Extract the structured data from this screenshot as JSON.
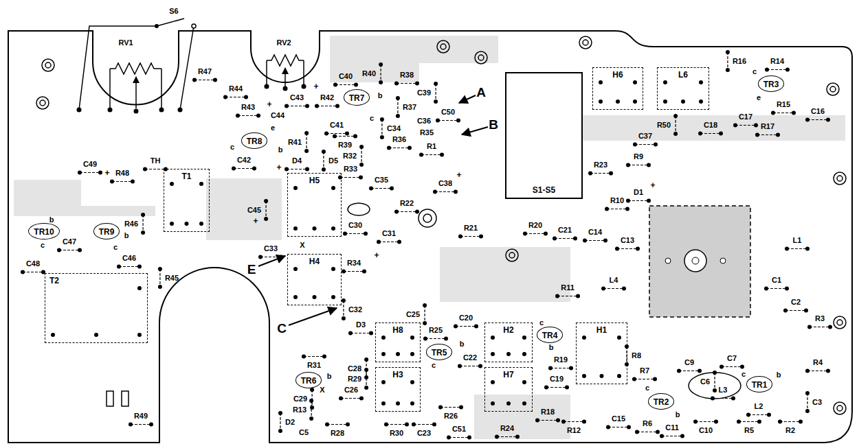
{
  "diagram": {
    "nodes": [
      {
        "text": [
          "S1-S5"
        ]
      },
      {
        "text": [
          "T1"
        ]
      },
      {
        "text": [
          "T2"
        ]
      },
      {
        "text": [
          "H5"
        ]
      },
      {
        "text": [
          "H4"
        ]
      },
      {
        "text": [
          "H8"
        ]
      },
      {
        "text": [
          "H3"
        ]
      },
      {
        "text": [
          "H2"
        ]
      },
      {
        "text": [
          "H7"
        ]
      },
      {
        "text": [
          "H1"
        ]
      },
      {
        "text": [
          "H6"
        ]
      },
      {
        "text": [
          "L6"
        ]
      },
      {
        "text": [
          "TR10"
        ]
      },
      {
        "text": [
          "TR9"
        ]
      },
      {
        "text": [
          "TR8"
        ]
      },
      {
        "text": [
          "TR7"
        ]
      },
      {
        "text": [
          "TR6"
        ]
      },
      {
        "text": [
          "TR5"
        ]
      },
      {
        "text": [
          "TR4"
        ]
      },
      {
        "text": [
          "TR3"
        ]
      },
      {
        "text": [
          "TR2"
        ]
      },
      {
        "text": [
          "TR1"
        ]
      }
    ],
    "labels": [
      "S6",
      "RV1",
      "RV2",
      "R47",
      "R44",
      "C43",
      "+",
      "C40",
      "R40",
      "R38",
      "R42",
      "C39",
      "R37",
      "b",
      "C50",
      "A",
      "R43",
      "C44",
      "+",
      "C36",
      "C41",
      "c",
      "C34",
      "R35",
      "B",
      "R36",
      "R1",
      "e",
      "R41",
      "R39",
      "b",
      "c",
      "R32",
      "C42",
      "D4",
      "D5",
      "R33",
      "+",
      "C49",
      "+",
      "TH",
      "R48",
      "C35",
      "C38",
      "+",
      "R22",
      "C45",
      "+",
      "R46",
      "b",
      "b",
      "C47",
      "c",
      "c",
      "C46",
      "C48",
      "C30",
      "C31",
      "R21",
      "X",
      "C33",
      "E",
      "R34",
      "+",
      "R45",
      "C",
      "C32",
      "D3",
      "C25",
      "R25",
      "C20",
      "b",
      "C22",
      "c",
      "R31",
      "b",
      "C28",
      "R29",
      "X",
      "C26",
      "C29",
      "R13",
      "D2",
      "C5",
      "R28",
      "R30",
      "C23",
      "C51",
      "R26",
      "R24",
      "R49",
      "R20",
      "C21",
      "C14",
      "C13",
      "R11",
      "L4",
      "c",
      "b",
      "R19",
      "C19",
      "R18",
      "R16",
      "R14",
      "c",
      "e",
      "R15",
      "C16",
      "C17",
      "R17",
      "R50",
      "C18",
      "C37",
      "R9",
      "R23",
      "D1",
      "+",
      "R10",
      "L1",
      "C1",
      "C2",
      "R3",
      "R4",
      "C3",
      "L2",
      "c",
      "b",
      "C7",
      "C9",
      "C6",
      "L3",
      "R8",
      "R7",
      "c",
      "b",
      "R12",
      "C15",
      "R6",
      "C11",
      "C10",
      "R5",
      "R2"
    ]
  }
}
